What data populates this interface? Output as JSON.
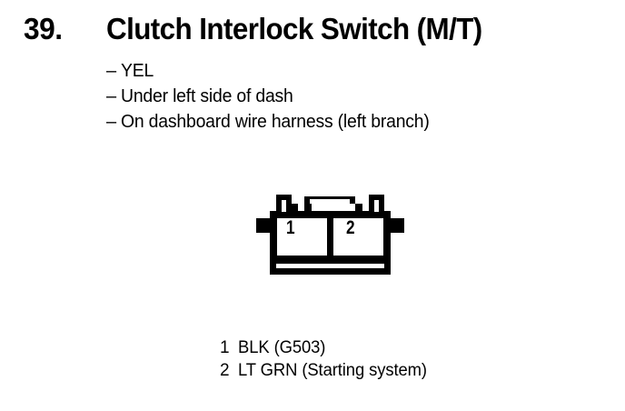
{
  "page": {
    "background_color": "#ffffff",
    "ink_color": "#000000"
  },
  "header": {
    "number": "39.",
    "title": "Clutch Interlock Switch (M/T)"
  },
  "details": {
    "dash": "–",
    "items": [
      {
        "text": "YEL"
      },
      {
        "text": "Under left side of dash"
      },
      {
        "text": "On dashboard wire harness (left branch)"
      }
    ]
  },
  "connector": {
    "name": "2-pin-connector-symbol",
    "cavity_count": 2,
    "pins": [
      {
        "number": "1"
      },
      {
        "number": "2"
      }
    ]
  },
  "legend": {
    "rows": [
      {
        "pin": "1",
        "description": "BLK (G503)"
      },
      {
        "pin": "2",
        "description": "LT GRN (Starting system)"
      }
    ]
  }
}
